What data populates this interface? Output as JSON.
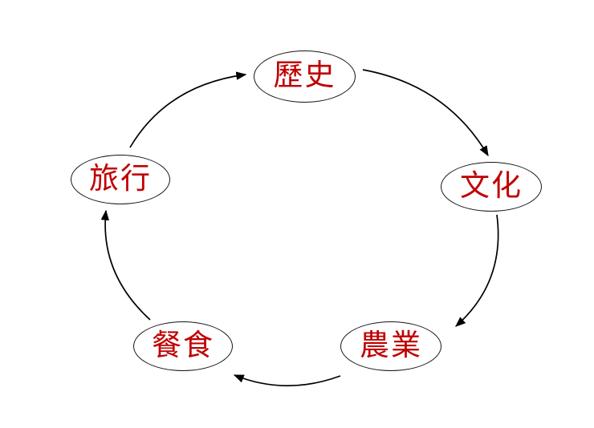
{
  "diagram": {
    "type": "cycle",
    "direction": "clockwise",
    "background_color": "#ffffff",
    "node_style": {
      "fill": "#ffffff",
      "border_color": "#141414",
      "text_color": "#c00000"
    },
    "arrow_color": "#000000",
    "nodes": [
      {
        "id": "history",
        "label": "歷史"
      },
      {
        "id": "culture",
        "label": "文化"
      },
      {
        "id": "agriculture",
        "label": "農業"
      },
      {
        "id": "dining",
        "label": "餐食"
      },
      {
        "id": "travel",
        "label": "旅行"
      }
    ],
    "edges": [
      {
        "from": "歷史",
        "to": "文化"
      },
      {
        "from": "文化",
        "to": "農業"
      },
      {
        "from": "農業",
        "to": "餐食"
      },
      {
        "from": "餐食",
        "to": "旅行"
      },
      {
        "from": "旅行",
        "to": "歷史"
      }
    ]
  }
}
